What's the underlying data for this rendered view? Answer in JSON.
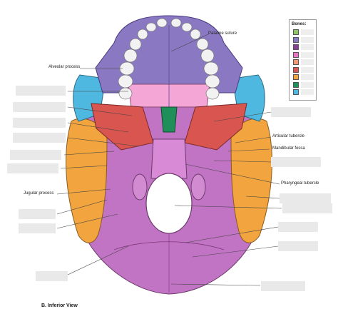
{
  "labels": {
    "palatine_suture": "Palatine suture",
    "alveolar_process": "Alveolar process",
    "articular_tubercle": "Articular tubercle",
    "mandibular_fossa": "Mandibular fossa",
    "pharyngeal_tubercle": "Pharyngeal tubercle",
    "jugular_process": "Jugular process"
  },
  "legend": {
    "title": "Bones:",
    "swatches": [
      {
        "color": "#8fc46a"
      },
      {
        "color": "#8a79c2"
      },
      {
        "color": "#8a3f96"
      },
      {
        "color": "#e878c2"
      },
      {
        "color": "#f09870"
      },
      {
        "color": "#d9554f"
      },
      {
        "color": "#f2a53e"
      },
      {
        "color": "#1f8f5a"
      },
      {
        "color": "#4fb8e0"
      }
    ]
  },
  "caption": {
    "letter": "B.",
    "text": "Inferior View"
  },
  "colors": {
    "occipital": "#c274c4",
    "maxilla": "#8a79c2",
    "palatine": "#f4a6d6",
    "temporal": "#f2a53e",
    "sphenoid": "#d9554f",
    "zygomatic": "#4fb8e0",
    "vomer": "#1f8f5a",
    "teeth": "#f2f2f2",
    "blank": "#e9e9e9",
    "leader": "#444444"
  }
}
